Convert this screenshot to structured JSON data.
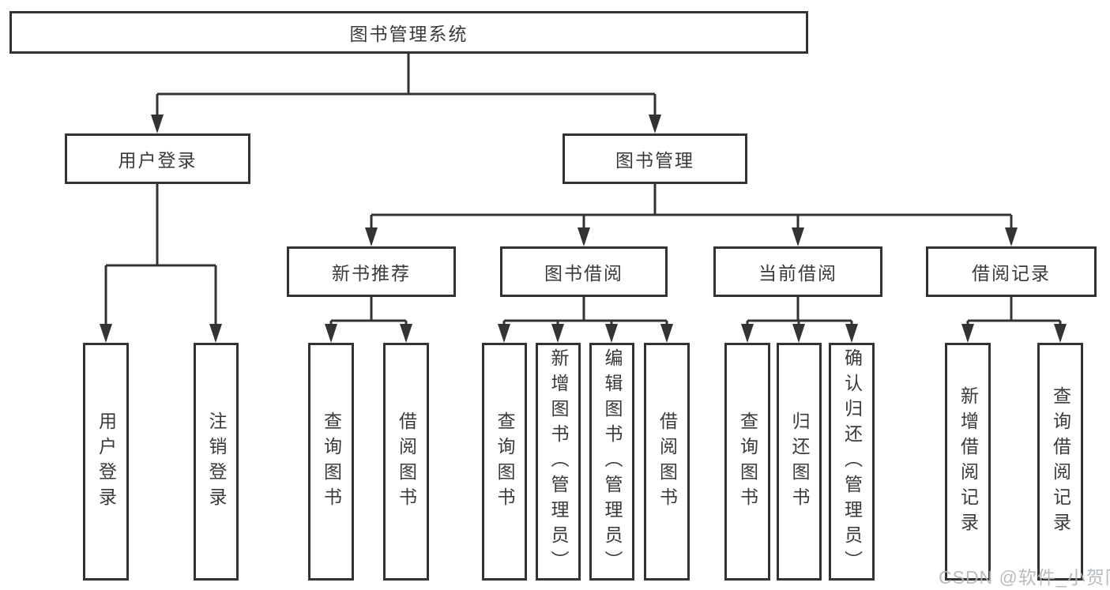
{
  "title": "图书管理系统",
  "nodes": {
    "root": "图书管理系统",
    "user_login": "用户登录",
    "book_manage": "图书管理",
    "new_book_rec": "新书推荐",
    "book_borrow": "图书借阅",
    "current_borrow": "当前借阅",
    "borrow_records": "借阅记录",
    "leaf_user_login": "用户登录",
    "leaf_logout": "注销登录",
    "leaf_rec_query_book": "查询图书",
    "leaf_rec_borrow_book": "借阅图书",
    "leaf_bb_query_book": "查询图书",
    "leaf_bb_add_book": "新增图书（管理员）",
    "leaf_bb_edit_book": "编辑图书（管理员）",
    "leaf_bb_borrow_book": "借阅图书",
    "leaf_cb_query_book": "查询图书",
    "leaf_cb_return_book": "归还图书",
    "leaf_cb_confirm_return": "确认归还（管理员）",
    "leaf_br_add_record": "新增借阅记录",
    "leaf_br_query_record": "查询借阅记录"
  },
  "watermark": "CSDN @软件_小贺同学",
  "colors": {
    "line": "#333333",
    "border": "#333333",
    "text": "#3a3a3a",
    "watermark": "#b0b5ba",
    "background": "#ffffff"
  }
}
